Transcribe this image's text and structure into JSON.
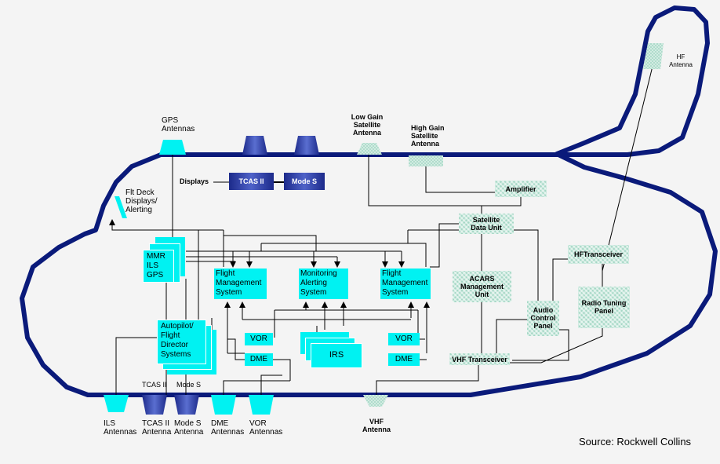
{
  "labels": {
    "gps_antennas": "GPS\nAntennas",
    "low_gain": "Low Gain\nSatellite\nAntenna",
    "high_gain": "High Gain\nSatellite\nAntenna",
    "hf_antenna": "HF\nAntenna",
    "displays": "Displays",
    "flt_deck": "Flt Deck\nDisplays/\nAlerting",
    "tcas_top": "TCAS II",
    "modes_top": "Mode S",
    "ils_ant": "ILS\nAntennas",
    "tcas_ant": "TCAS II\nAntenna",
    "modes_ant": "Mode S\nAntenna",
    "dme_ant": "DME\nAntennas",
    "vor_ant": "VOR\nAntennas",
    "vhf_ant": "VHF\nAntenna",
    "source": "Source: Rockwell Collins"
  },
  "boxes": {
    "tcas": "TCAS II",
    "modes": "Mode S",
    "amplifier": "Amplifier",
    "sdu": "Satellite\nData Unit",
    "hf_transceiver": "HFTransceiver",
    "radio_tuning": "Radio Tuning\nPanel",
    "acars": "ACARS\nManagement\nUnit",
    "audio": "Audio\nControl\nPanel",
    "vhf_transceiver": "VHF Transceiver",
    "mmr": "MMR\nILS\nGPS",
    "fms1": "Flight\nManagement\nSystem",
    "monitoring": "Monitoring\nAlerting\nSystem",
    "fms2": "Flight\nManagement\nSystem",
    "autopilot": "Autopilot/\nFlight\nDirector\nSystems",
    "vor1": "VOR",
    "dme1": "DME",
    "irs": "IRS",
    "vor2": "VOR",
    "dme2": "DME"
  },
  "colors": {
    "fuselage": "#0a1a7a",
    "cyan": "#00f2f2",
    "hatched": "#a6d8c6",
    "navy": "#1c2a8a",
    "background": "#f4f4f4"
  }
}
